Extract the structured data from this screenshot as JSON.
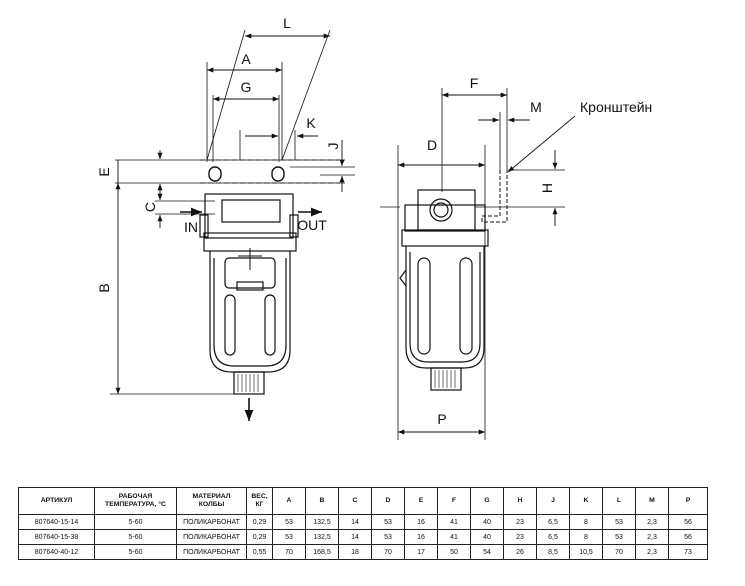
{
  "drawing": {
    "front_view": {
      "dimension_labels": [
        "L",
        "A",
        "G",
        "K",
        "J",
        "E",
        "C",
        "B"
      ],
      "port_labels": {
        "inlet": "IN",
        "outlet": "OUT"
      }
    },
    "side_view": {
      "dimension_labels": [
        "F",
        "M",
        "D",
        "H",
        "P"
      ],
      "bracket_label": "Кронштейн"
    }
  },
  "table": {
    "headers": [
      "АРТИКУЛ",
      "РАБОЧАЯ ТЕМПЕРАТУРА, °С",
      "МАТЕРИАЛ КОЛБЫ",
      "ВЕС, КГ",
      "A",
      "B",
      "C",
      "D",
      "E",
      "F",
      "G",
      "H",
      "J",
      "K",
      "L",
      "M",
      "P"
    ],
    "rows": [
      [
        "807640-15-14",
        "5-60",
        "ПОЛИКАРБОНАТ",
        "0,29",
        "53",
        "132,5",
        "14",
        "53",
        "16",
        "41",
        "40",
        "23",
        "6,5",
        "8",
        "53",
        "2,3",
        "56"
      ],
      [
        "807640-15-38",
        "5-60",
        "ПОЛИКАРБОНАТ",
        "0,29",
        "53",
        "132,5",
        "14",
        "53",
        "16",
        "41",
        "40",
        "23",
        "6,5",
        "8",
        "53",
        "2,3",
        "56"
      ],
      [
        "807640-40-12",
        "5-60",
        "ПОЛИКАРБОНАТ",
        "0,55",
        "70",
        "168,5",
        "18",
        "70",
        "17",
        "50",
        "54",
        "26",
        "8,5",
        "10,5",
        "70",
        "2,3",
        "73"
      ]
    ]
  }
}
